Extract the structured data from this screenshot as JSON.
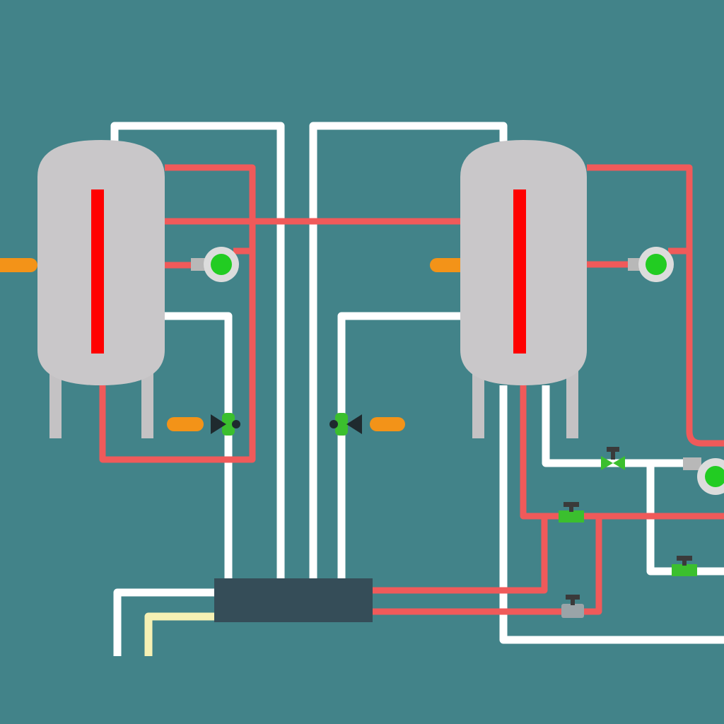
{
  "diagram": {
    "type": "piping-schematic",
    "components": [
      "left-tank",
      "right-tank",
      "manifold-block",
      "left-pump",
      "right-pump",
      "far-right-pump"
    ],
    "colors": {
      "background": "#428389",
      "tank": "#c9c7c9",
      "indicator": "#ff0000",
      "hot_pipe": "#f05a5a",
      "water_pipe": "#ffffff",
      "yellow_pipe": "#f6f1b4",
      "orange_stub": "#f39318",
      "valve_green": "#3bbf2e",
      "pump_green": "#22cc22",
      "manifold": "#354d58"
    }
  }
}
